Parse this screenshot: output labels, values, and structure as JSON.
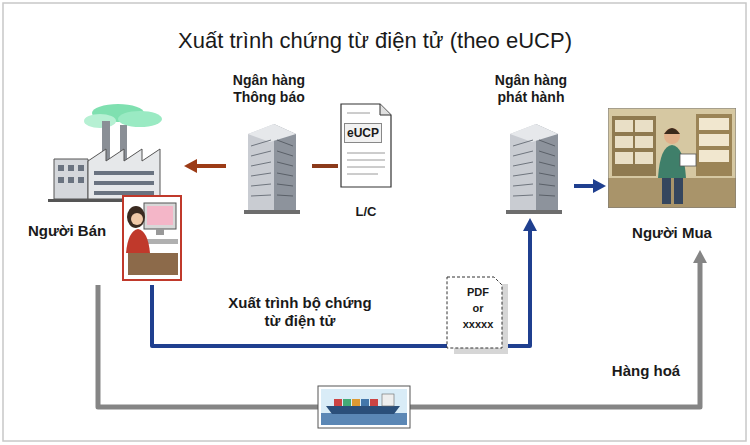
{
  "diagram": {
    "title": "Xuất trình chứng từ điện tử (theo eUCP)",
    "nodes": [
      {
        "text": [
          "Người Bán"
        ]
      },
      {
        "text": [
          "Ngân hàng Thông báo"
        ]
      },
      {
        "text": [
          "eUCP",
          "L/C"
        ]
      },
      {
        "text": [
          "Ngân hàng phát hành"
        ]
      },
      {
        "text": [
          "Người Mua"
        ]
      },
      {
        "text": [
          "PDF or xxxxx"
        ]
      }
    ],
    "edges": [
      {
        "from": 1,
        "to": 0,
        "arrow": "to"
      },
      {
        "from": 2,
        "to": 1,
        "arrow": "none"
      },
      {
        "from": 3,
        "to": 4,
        "arrow": "to"
      },
      {
        "from": 0,
        "to": 3,
        "label": "Xuất trình bộ chứng từ điện tử",
        "arrow": "to"
      },
      {
        "from": 0,
        "to": 4,
        "label": "Hàng hoá",
        "arrow": "to"
      }
    ]
  }
}
